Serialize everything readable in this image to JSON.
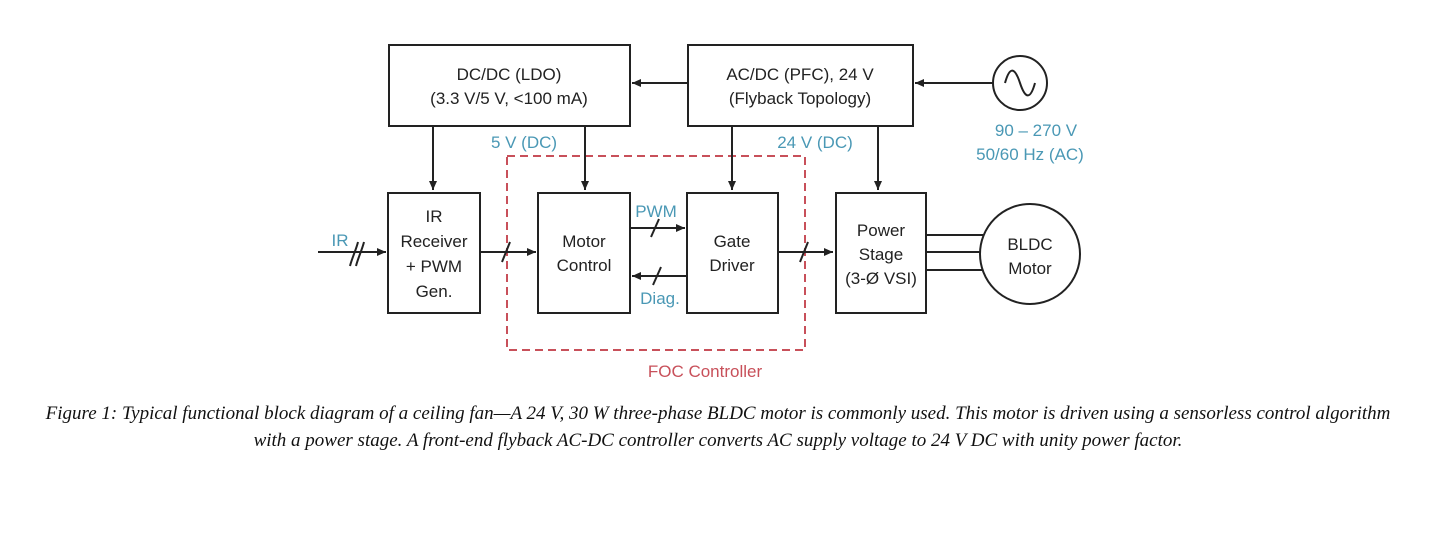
{
  "blocks": {
    "dcdc": {
      "line1": "DC/DC (LDO)",
      "line2": "(3.3 V/5 V, <100 mA)"
    },
    "acdc": {
      "line1": "AC/DC (PFC), 24 V",
      "line2": "(Flyback Topology)"
    },
    "ir_receiver": {
      "line1": "IR",
      "line2": "Receiver",
      "line3": "+ PWM",
      "line4": "Gen."
    },
    "motor_control": {
      "line1": "Motor",
      "line2": "Control"
    },
    "gate_driver": {
      "line1": "Gate",
      "line2": "Driver"
    },
    "power_stage": {
      "line1": "Power",
      "line2": "Stage",
      "line3": "(3-Ø VSI)"
    },
    "bldc_motor": {
      "line1": "BLDC",
      "line2": "Motor"
    }
  },
  "labels": {
    "v5": "5 V (DC)",
    "v24": "24 V (DC)",
    "ac_range": "90 – 270 V",
    "ac_freq": "50/60 Hz (AC)",
    "ir": "IR",
    "pwm": "PWM",
    "diag": "Diag.",
    "foc": "FOC Controller"
  },
  "colors": {
    "signal_label": "#4a98b5",
    "foc_boundary": "#c8505a"
  },
  "caption": "Figure 1: Typical functional block diagram of a ceiling fan—A 24 V, 30 W three-phase BLDC motor is commonly used. This motor is driven using a sensorless control algorithm with a power stage. A front-end flyback AC-DC controller converts AC supply voltage to 24 V DC with unity power factor."
}
